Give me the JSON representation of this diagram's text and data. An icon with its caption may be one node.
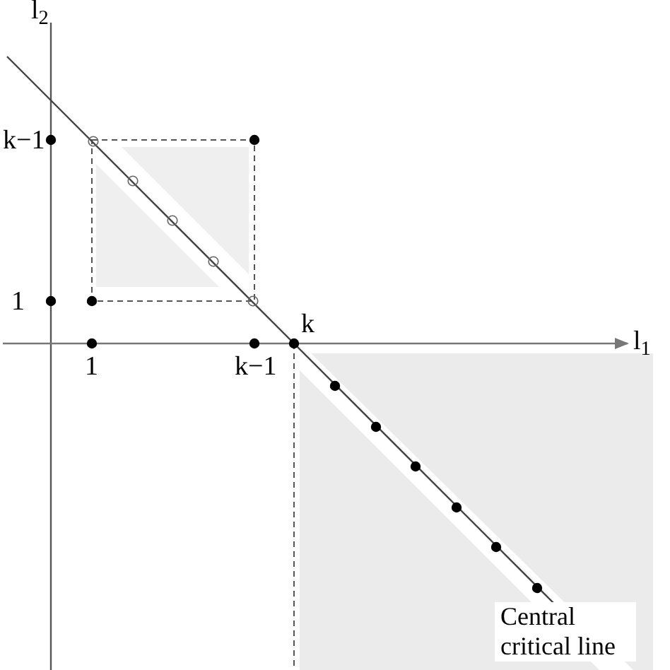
{
  "diagram": {
    "labels": [
      "l$_{2}$",
      "k−1",
      "1",
      "1",
      "k−1",
      "k",
      "l$_{1}$",
      "Central critical line"
    ]
  }
}
